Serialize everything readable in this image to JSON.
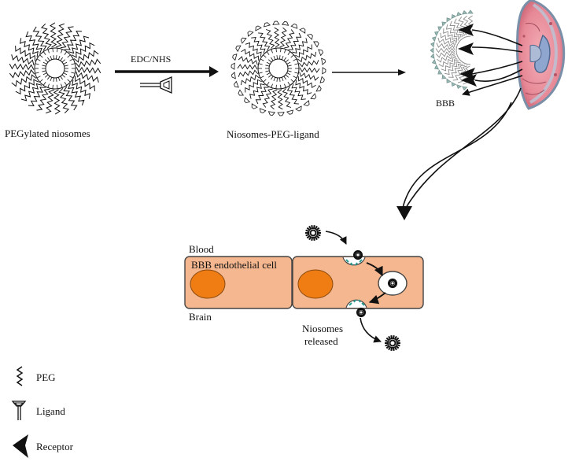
{
  "labels": {
    "pegylated_niosomes": "PEGylated niosomes",
    "edc_nhs": "EDC/NHS",
    "niosomes_peg_ligand": "Niosomes-PEG-ligand",
    "bbb": "BBB",
    "blood": "Blood",
    "bbb_endothelial_cell": "BBB endothelial cell",
    "brain": "Brain",
    "niosomes_released_line1": "Niosomes",
    "niosomes_released_line2": "released"
  },
  "legend": [
    {
      "icon": "peg-icon",
      "label": "PEG"
    },
    {
      "icon": "ligand-icon",
      "label": "Ligand"
    },
    {
      "icon": "receptor-icon",
      "label": "Receptor"
    }
  ],
  "colors": {
    "cell_fill": "#f4b78f",
    "nucleus_fill": "#f07d14",
    "brain_tissue": "#e98a98",
    "ventricle": "#9fb4d8",
    "receptor_teal": "#2a9d8f",
    "ink": "#111111"
  }
}
